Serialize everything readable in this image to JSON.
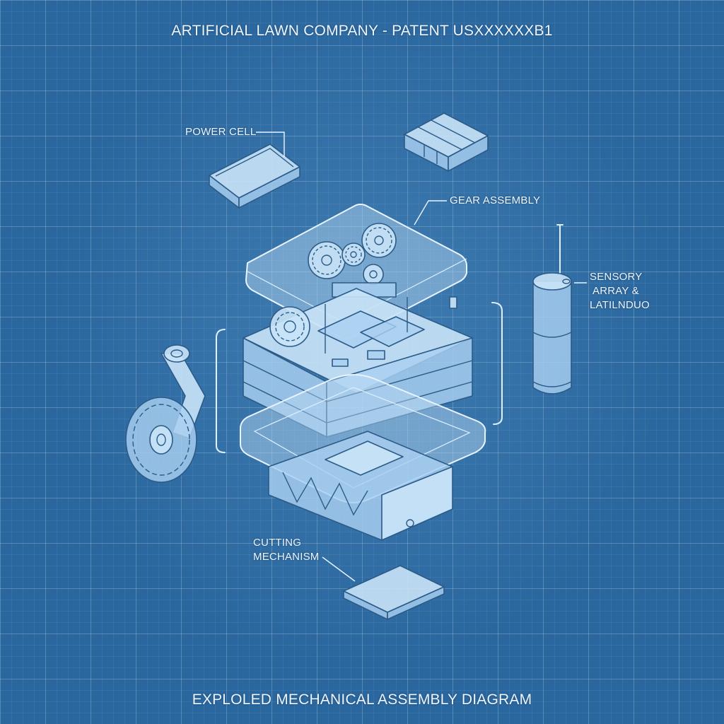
{
  "header": {
    "title": "ARTIFICIAL LAWN COMPANY - PATENT USXXXXXXB1"
  },
  "footer": {
    "caption": "EXPLOLED MECHANICAL ASSEMBLY DIAGRAM"
  },
  "labels": {
    "power_cell": "POWER CELL",
    "gear_assembly": "GEAR ASSEMBLY",
    "sensory_line1": "SENSORY",
    "sensory_line2": "ARRAY &",
    "sensory_line3": "LATILNDUO",
    "cutting_line1": "CUTTING",
    "cutting_line2": "MECHANISM"
  },
  "colors": {
    "background": "#2a679e",
    "line": "#dff0ff",
    "part_fill": "#a9d0f0",
    "part_outline": "#2b5b88"
  }
}
